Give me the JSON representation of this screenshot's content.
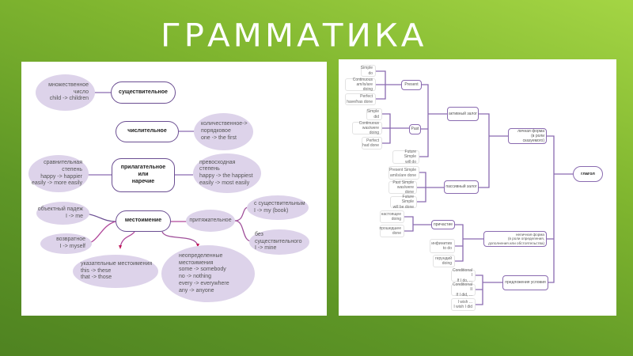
{
  "title": "ГРАММАТИКА",
  "left": {
    "noun_plural": "множественное\nчисло\nchild -> children",
    "noun": "существительное",
    "numeral": "числительное",
    "numeral_ordinal": "количественное->\nпорядковое\none -> the first",
    "comparative": "сравнительная\nстепень\nhappy -> happier\neasily -> more easily",
    "adjective": "прилагательное\nили\nнаречие",
    "superlative": "превосходная\nстепень\nhappy -> the happiest\neasily -> most easily",
    "objective": "объектный падеж\nI -> me",
    "pronoun": "местоимение",
    "possessive": "притяжательное",
    "with_noun": "с существительным\nI -> my (book)",
    "without_noun": "без существительного\nI -> mine",
    "reflexive": "возвратное\nI -> myself",
    "demonstrative": "указательные местоимения\nthis -> these\nthat -> those",
    "indefinite": "неопределенные местоимения\nsome -> somebody\nno -> nothing\nevery -> everywhere\nany -> anyone"
  },
  "right": {
    "pres_simple": "Simple\ndo",
    "pres_cont": "Continuous\nam/is/are doing",
    "pres_perf": "Perfect\nhave/has done",
    "present": "Present",
    "past_simple": "Simple\ndid",
    "past_cont": "Continuous\nwas/were doing",
    "past_perf": "Perfect\nhad done",
    "past": "Past",
    "future": "Future Simple\nwill do",
    "active": "активный залог",
    "pas_present": "Present Simple\nam/is/are done",
    "pas_past": "Past Simple\nwas/were done",
    "pas_future": "Future Simple\nwill be done",
    "passive": "пассивный залог",
    "part_present": "настоящее\ndoing",
    "part_past": "прошедшее\ndone",
    "participle": "причастие",
    "infinitive": "инфинитив\nto do",
    "gerund": "герундий\ndoing",
    "cond1": "Conditional I\nIf I do, ...",
    "cond2": "Conditional II\nIf I did, ...",
    "wish": "I wish ...\nI wish I did",
    "finite": "личная форма\n(в роли сказуемого)",
    "verb": "глагол",
    "nonfinite": "неличная форма\n(в роли определения,\nдополнения или обстоятельства)",
    "conditional": "предложения условия"
  },
  "colors": {
    "line": "#8a6bb0",
    "bubble": "#ddd3ea",
    "arrow": "#c2185b"
  }
}
